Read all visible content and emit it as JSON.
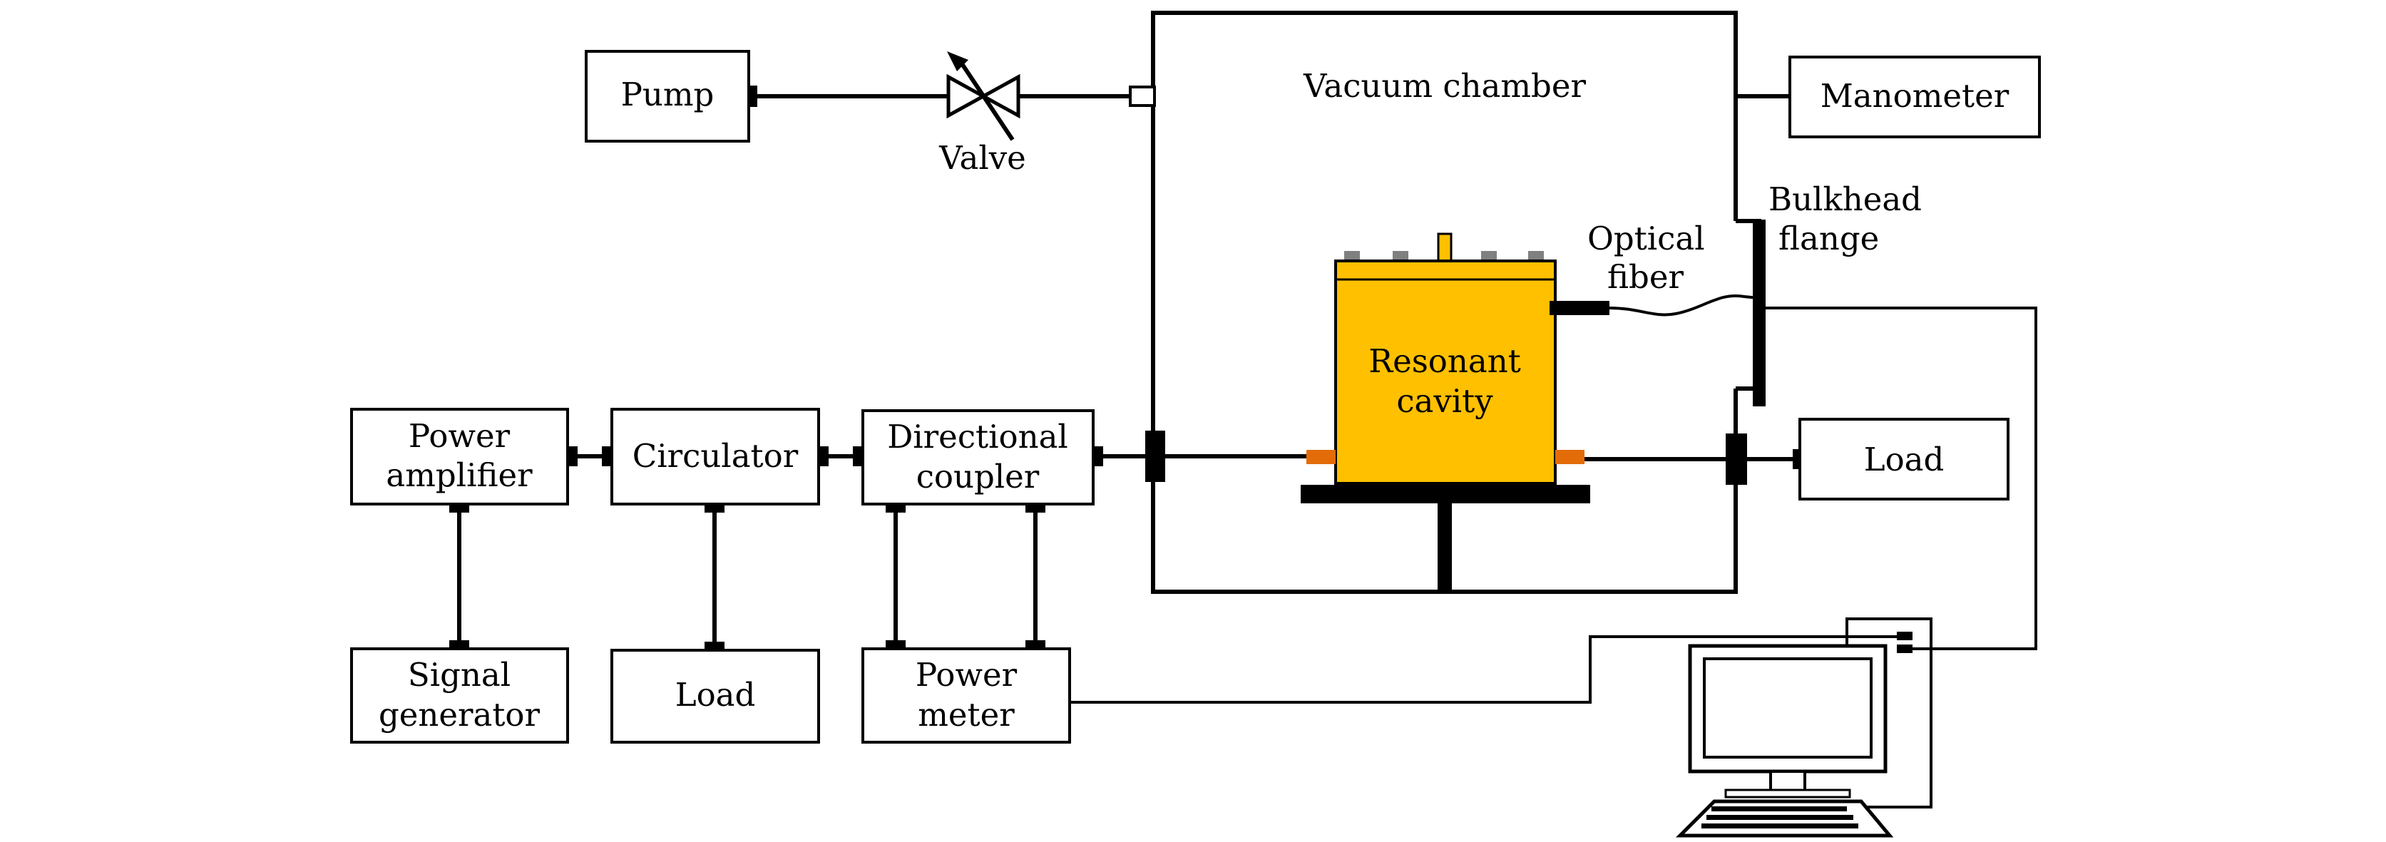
{
  "colors": {
    "cavity": "#FFC000",
    "port": "#E36C09",
    "knob": "#808080",
    "line": "#000000"
  },
  "labels": {
    "pump": "Pump",
    "valve": "Valve",
    "vacuum_chamber": "Vacuum chamber",
    "manometer": "Manometer",
    "bulkhead_flange_1": "Bulkhead",
    "bulkhead_flange_2": "flange",
    "optical_fiber_1": "Optical",
    "optical_fiber_2": "fiber",
    "resonant_cavity_1": "Resonant",
    "resonant_cavity_2": "cavity",
    "power_amplifier_1": "Power",
    "power_amplifier_2": "amplifier",
    "circulator": "Circulator",
    "directional_coupler_1": "Directional",
    "directional_coupler_2": "coupler",
    "load_right": "Load",
    "signal_generator_1": "Signal",
    "signal_generator_2": "generator",
    "load_bottom": "Load",
    "power_meter_1": "Power",
    "power_meter_2": "meter"
  },
  "icons": {
    "valve": "needle-valve-icon",
    "computer": "desktop-computer-icon"
  }
}
